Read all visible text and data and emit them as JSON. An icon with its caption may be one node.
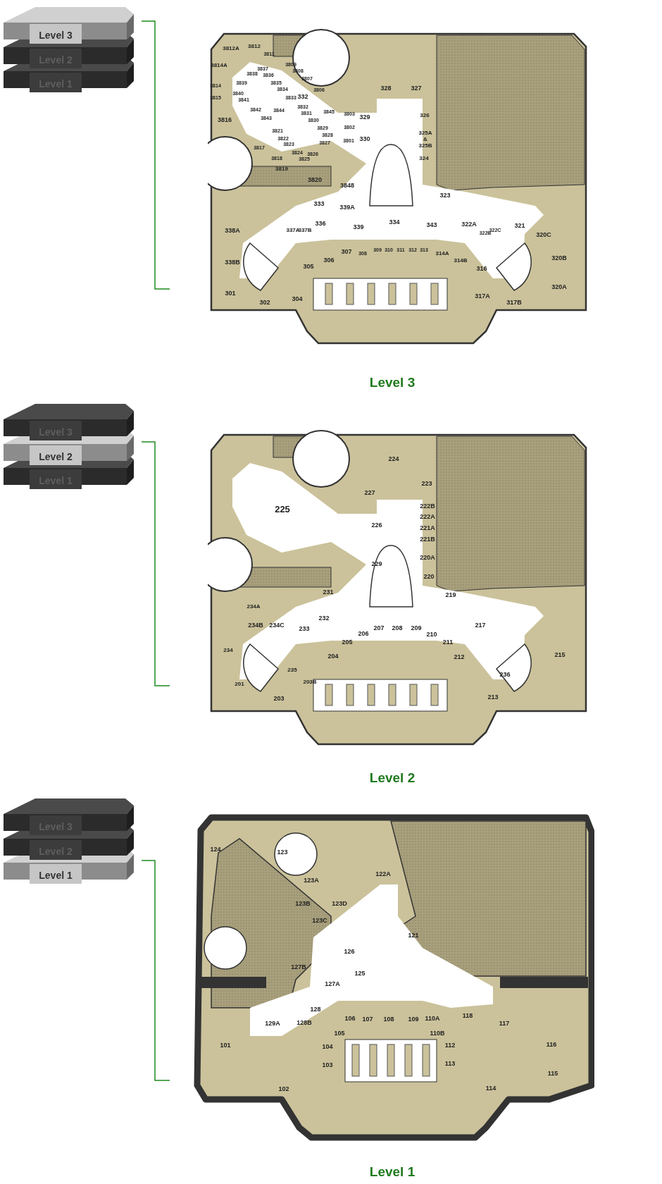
{
  "diagram": {
    "nodes": [
      {
        "text": [
          "Level 3",
          "Level 2",
          "Level 1"
        ]
      },
      {
        "text": [
          "3812A",
          "3812",
          "3811",
          "3814A",
          "3809",
          "3808",
          "3837",
          "3838",
          "3836",
          "3807",
          "3839",
          "3835",
          "3814",
          "3806",
          "3834",
          "328",
          "327",
          "3840",
          "3833",
          "332",
          "3815",
          "3841",
          "3832",
          "3842",
          "3844",
          "3845",
          "3831",
          "3803",
          "326",
          "329",
          "3843",
          "3816",
          "3830",
          "3802",
          "3829",
          "3821",
          "3828",
          "3822",
          "330",
          "325A & 325B",
          "3801",
          "3827",
          "3823",
          "3817",
          "3824",
          "3826",
          "3818",
          "324",
          "3825",
          "3819",
          "3820",
          "3848",
          "323",
          "333",
          "339A",
          "336",
          "334",
          "343",
          "322A",
          "321",
          "339",
          "338A",
          "337A",
          "337B",
          "322C",
          "322B",
          "320C",
          "309",
          "310",
          "311",
          "312",
          "313",
          "307",
          "308",
          "314A",
          "320B",
          "306",
          "314B",
          "338B",
          "305",
          "316",
          "320A",
          "301",
          "317A",
          "304",
          "302",
          "317B"
        ],
        "beside": [
          "Level 3"
        ]
      },
      {
        "text": [
          "Level 3",
          "Level 2",
          "Level 1"
        ]
      },
      {
        "text": [
          "224",
          "223",
          "227",
          "222B",
          "225",
          "222A",
          "226",
          "221A",
          "221B",
          "220A",
          "229",
          "220",
          "231",
          "219",
          "234A",
          "232",
          "234B",
          "234C",
          "217",
          "233",
          "207",
          "208",
          "209",
          "206",
          "210",
          "205",
          "211",
          "234",
          "215",
          "204",
          "212",
          "235",
          "236",
          "203B",
          "201",
          "213",
          "203"
        ],
        "beside": [
          "Level 2"
        ]
      },
      {
        "text": [
          "Level 3",
          "Level 2",
          "Level 1"
        ]
      },
      {
        "text": [
          "124",
          "123",
          "122A",
          "123A",
          "123B",
          "123D",
          "123C",
          "121",
          "126",
          "127B",
          "125",
          "127A",
          "128",
          "118",
          "106",
          "107",
          "108",
          "109",
          "110A",
          "128B",
          "129A",
          "117",
          "105",
          "110B",
          "101",
          "104",
          "112",
          "116",
          "103",
          "113",
          "115",
          "102",
          "114"
        ],
        "beside": [
          "Level 1"
        ]
      }
    ]
  }
}
